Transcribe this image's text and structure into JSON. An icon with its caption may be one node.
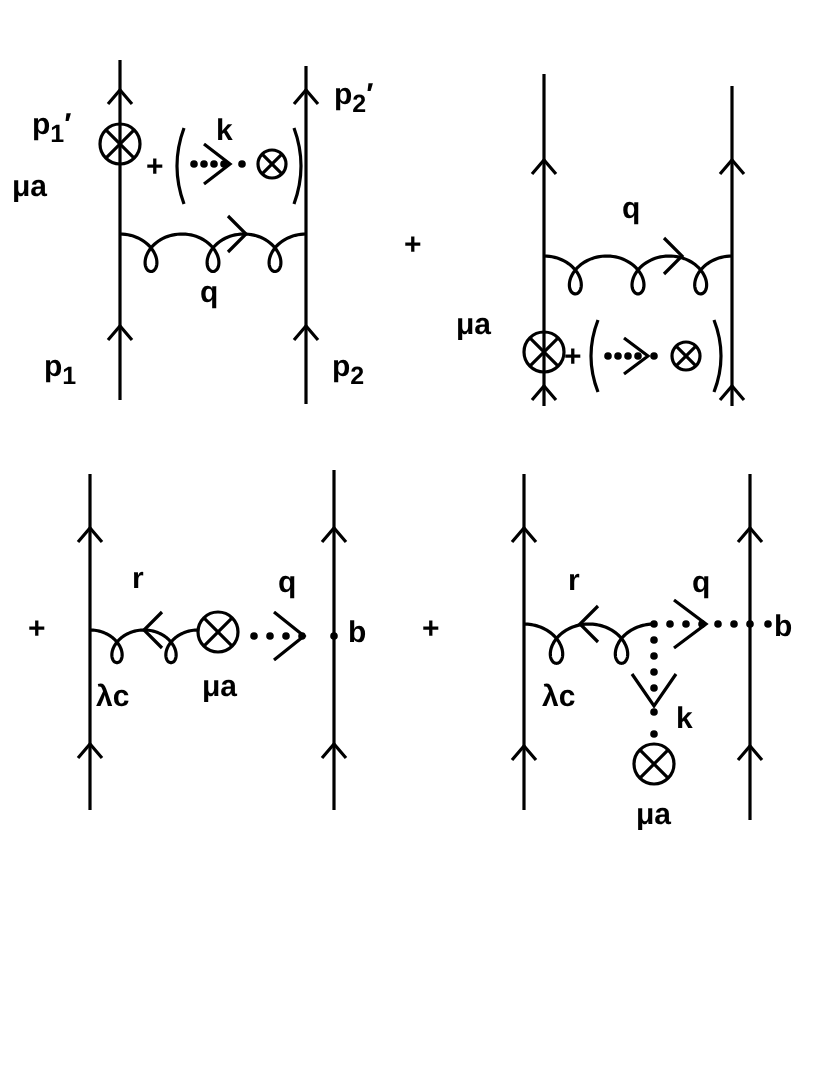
{
  "diagram": {
    "labels": [
      "p$_{1}$′",
      "p$_{2}$′",
      "μa",
      "+",
      "k",
      "q",
      "p$_{1}$",
      "p$_{2}$",
      "+",
      "q",
      "μa",
      "+",
      "+",
      "r",
      "q",
      "b",
      "λc",
      "μa",
      "+",
      "r",
      "q",
      "b",
      "λc",
      "k",
      "μa"
    ]
  }
}
